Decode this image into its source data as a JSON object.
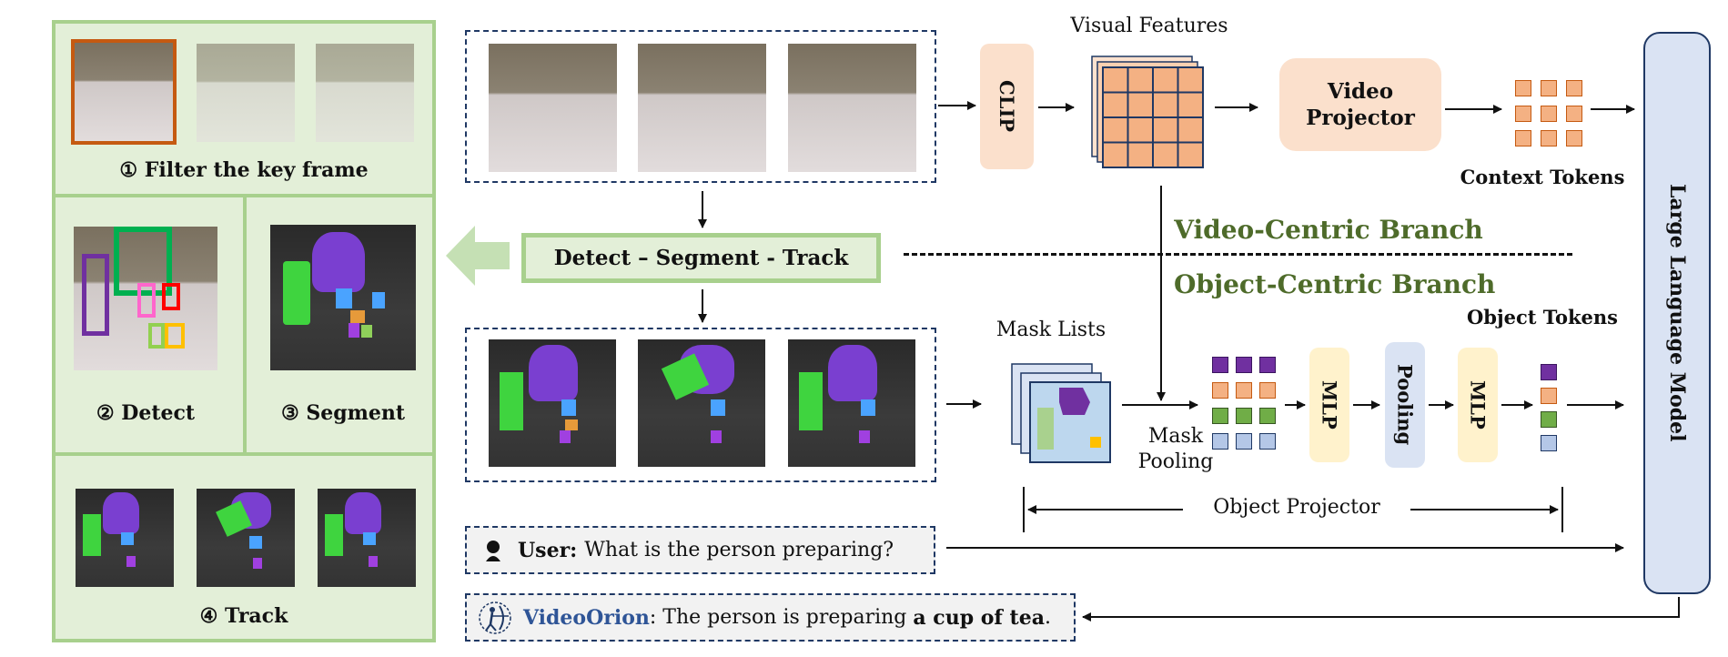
{
  "left_panel": {
    "step1": "① Filter the key frame",
    "step2": "② Detect",
    "step3": "③ Segment",
    "step4": "④ Track"
  },
  "pipeline": {
    "clip": "CLIP",
    "visual_features": "Visual Features",
    "video_projector": "Video Projector",
    "context_tokens": "Context Tokens",
    "detect_segment_track": "Detect – Segment - Track",
    "video_branch": "Video-Centric Branch",
    "object_branch": "Object-Centric Branch",
    "mask_lists": "Mask Lists",
    "mask_pooling": "Mask\nPooling",
    "mlp1": "MLP",
    "pooling": "Pooling",
    "mlp2": "MLP",
    "object_tokens": "Object Tokens",
    "object_projector": "Object Projector",
    "llm": "Large Language Model"
  },
  "dialog": {
    "user_label": "User:",
    "user_text": "What is the person preparing?",
    "bot_label": "VideoOrion",
    "bot_text_pre": ": The person is preparing ",
    "bot_text_bold": "a cup of tea",
    "bot_text_post": "."
  },
  "colors": {
    "green_border": "#a8d08d",
    "green_fill": "#e3efd8",
    "branch_green": "#4e6b2a",
    "peach": "#fbe0cc",
    "grid_orange": "#f4b183",
    "mlp_yellow": "#fff2cc",
    "pool_blue": "#dae3f3",
    "llm_blue": "#dae3f3",
    "navy": "#1f3864"
  }
}
